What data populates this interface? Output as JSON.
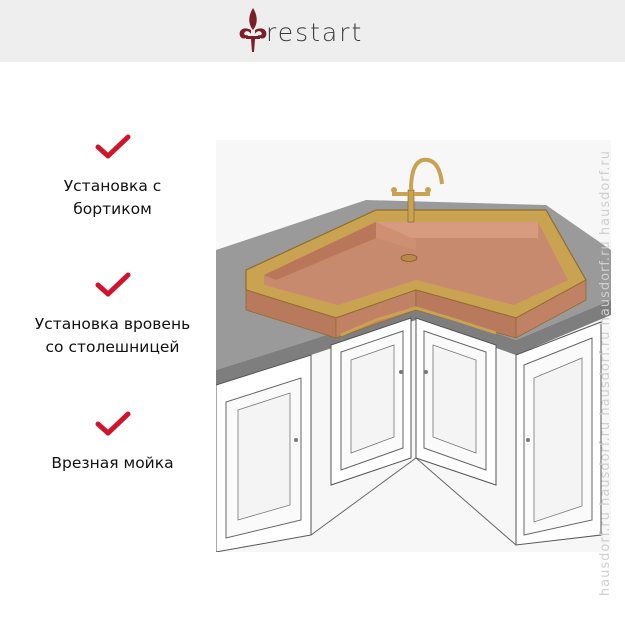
{
  "header": {
    "logo_text": "restart",
    "logo_icon": "fleur-de-lis-icon"
  },
  "features": [
    {
      "icon": "check-icon",
      "label_line1": "Установка с",
      "label_line2": "бортиком"
    },
    {
      "icon": "check-icon",
      "label_line1": "Установка вровень",
      "label_line2": "со столешницей"
    },
    {
      "icon": "check-icon",
      "label_line1": "Врезная мойка",
      "label_line2": ""
    }
  ],
  "watermark": {
    "text": "hausdorf.ru hausdorf.ru hausdorf.ru hausdorf.ru hausdorf.ru"
  },
  "colors": {
    "check_red": "#d0142c",
    "logo_maroon": "#7a1e2a",
    "topbar": "#eeeeee",
    "copper": "#c88a6e",
    "brass": "#c9a352"
  }
}
